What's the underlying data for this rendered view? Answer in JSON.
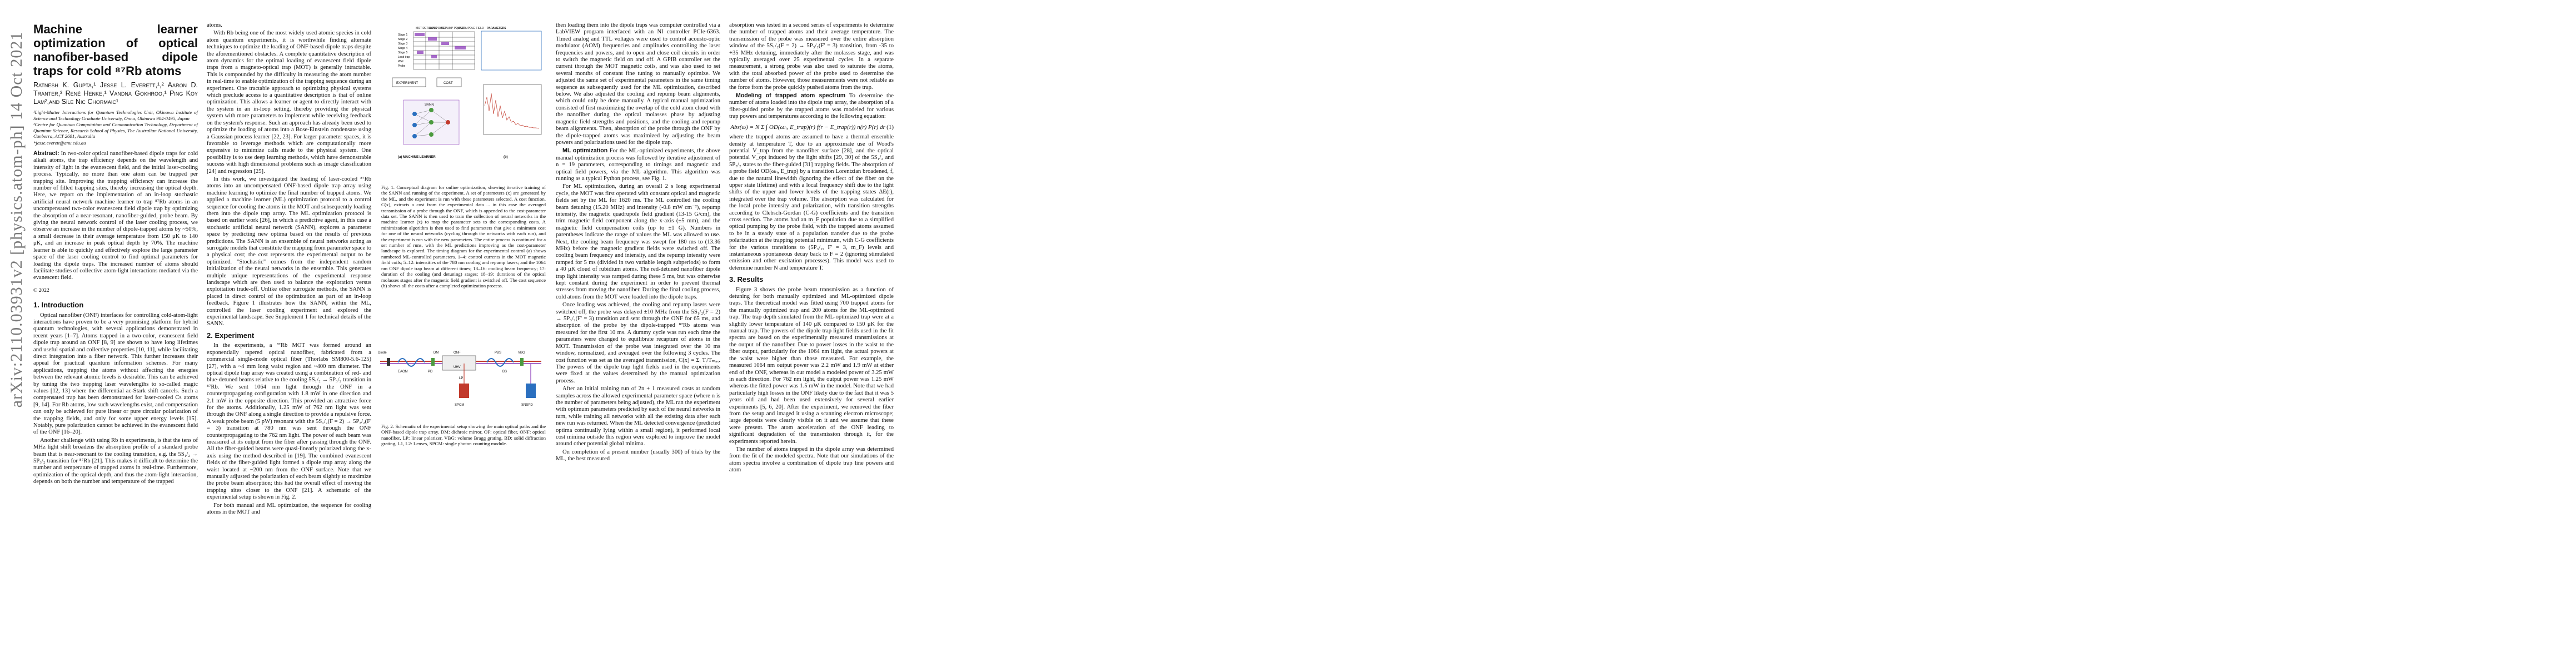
{
  "arxiv_stamp": "arXiv:2110.03931v2  [physics.atom-ph]  14 Oct 2021",
  "title": "Machine learner optimization of optical nanofiber-based dipole traps for cold ⁸⁷Rb atoms",
  "authors": "Ratnesh K. Gupta,¹ Jesse L. Everett,¹,² Aaron D. Tranter,² René Henke,¹ Vandna Gokhroo,¹ Ping Koy Lam²,and Síle Nic Chormaic¹",
  "affiliations": [
    "¹Light-Matter Interactions for Quantum Technologies Unit, Okinawa Institute of Science and Technology Graduate University, Onna, Okinawa 904-0495, Japan",
    "²Centre for Quantum Computation and Communication Technology, Department of Quantum Science, Research School of Physics, The Australian National University, Canberra, ACT 2601, Australia"
  ],
  "email": "*jesse.everett@anu.edu.au",
  "abstract_label": "Abstract:",
  "abstract": "In two-color optical nanofiber-based dipole traps for cold alkali atoms, the trap efficiency depends on the wavelength and intensity of light in the evanescent field, and the initial laser-cooling process. Typically, no more than one atom can be trapped per trapping site. Improving the trapping efficiency can increase the number of filled trapping sites, thereby increasing the optical depth. Here, we report on the implementation of an in-loop stochastic artificial neural network machine learner to trap ⁸⁷Rb atoms in an uncompensated two-color evanescent field dipole trap by optimizing the absorption of a near-resonant, nanofiber-guided, probe beam. By giving the neural network control of the laser cooling process, we observe an increase in the number of dipole-trapped atoms by ~50%, a small decrease in their average temperature from 150 μK to 140 μK, and an increase in peak optical depth by 70%. The machine learner is able to quickly and effectively explore the large parameter space of the laser cooling control to find optimal parameters for loading the dipole traps. The increased number of atoms should facilitate studies of collective atom-light interactions mediated via the evanescent field.",
  "copyright": "© 2022",
  "sec1_title": "1.   Introduction",
  "col1_intro": [
    "Optical nanofiber (ONF) interfaces for controlling cold-atom-light interactions have proven to be a very promising platform for hybrid quantum technologies, with several applications demonstrated in recent years [1–7]. Atoms trapped in a two-color, evanescent field dipole trap around an ONF [8, 9] are shown to have long lifetimes and useful spatial and collective properties [10, 11], while facilitating direct integration into a fiber network. This further increases their appeal for practical quantum information schemes. For many applications, trapping the atoms without affecting the energies between the relevant atomic levels is desirable. This can be achieved by tuning the two trapping laser wavelengths to so-called magic values [12, 13] where the differential ac-Stark shift cancels. Such a compensated trap has been demonstrated for laser-cooled Cs atoms [9, 14]. For Rb atoms, low such wavelengths exist, and compensation can only be achieved for pure linear or pure circular polarization of the trapping fields, and only for some upper energy levels [15]. Notably, pure polarization cannot be achieved in the evanescent field of the ONF [16–20].",
    "Another challenge with using Rb in experiments, is that the tens of MHz light shift broadens the absorption profile of a standard probe beam that is near-resonant to the cooling transition, e.g. the 5S₁/₂ → 5P₃/₂ transition for ⁸⁷Rb [21]. This makes it difficult to determine the number and temperature of trapped atoms in real-time. Furthermore, optimization of the optical depth, and thus the atom-light interaction, depends on both the number and temperature of the trapped"
  ],
  "col2_intro": [
    "atoms.",
    "With Rb being one of the most widely used atomic species in cold atom quantum experiments, it is worthwhile finding alternate techniques to optimize the loading of ONF-based dipole traps despite the aforementioned obstacles. A complete quantitative description of atom dynamics for the optimal loading of evanescent field dipole traps from a magneto-optical trap (MOT) is generally intractable. This is compounded by the difficulty in measuring the atom number in real-time to enable optimization of the trapping sequence during an experiment. One tractable approach to optimizing physical systems which preclude access to a quantitative description is that of online optimization. This allows a learner or agent to directly interact with the system in an in-loop setting, thereby providing the physical system with more parameters to implement while receiving feedback on the system's response. Such an approach has already been used to optimize the loading of atoms into a Bose-Einstein condensate using a Gaussian process learner [22, 23]. For larger parameter spaces, it is favorable to leverage methods which are computationally more expensive to minimize calls made to the physical system. One possibility is to use deep learning methods, which have demonstrable success with high dimensional problems such as image classification [24] and regression [25].",
    "In this work, we investigated the loading of laser-cooled ⁸⁷Rb atoms into an uncompensated ONF-based dipole trap array using machine learning to optimize the final number of trapped atoms. We applied a machine learner (ML) optimization protocol to a control sequence for cooling the atoms in the MOT and subsequently loading them into the dipole trap array. The ML optimization protocol is based on earlier work [26], in which a predictive agent, in this case a stochastic artificial neural network (SANN), explores a parameter space by predicting new optima based on the results of previous predictions. The SANN is an ensemble of neural networks acting as surrogate models that constitute the mapping from parameter space to a physical cost; the cost represents the experimental output to be optimized. \"Stochastic\" comes from the independent random initialization of the neural networks in the ensemble. This generates multiple unique representations of the experimental response landscape which are then used to balance the exploration versus exploitation trade-off. Unlike other surrogate methods, the SANN is placed in direct control of the optimization as part of an in-loop feedback. Figure 1 illustrates how the SANN, within the ML, controlled the laser cooling experiment and explored the experimental landscape. See Supplement 1 for technical details of the SANN."
  ],
  "sec2_title": "2.   Experiment",
  "col2_exp": [
    "In the experiments, a ⁸⁷Rb MOT was formed around an exponentially tapered optical nanofiber, fabricated from a commercial single-mode optical fiber (Thorlabs SM800-5.6-125) [27], with a ~4 mm long waist region and ~400 nm diameter. The optical dipole trap array was created using a combination of red- and blue-detuned beams relative to the cooling 5S₁/₂ → 5P₃/₂ transition in ⁸⁷Rb. We sent 1064 nm light through the ONF in a counterpropagating configuration with 1.8 mW in one direction and 2.1 mW in the opposite direction. This provided an attractive force for the atoms. Additionally, 1.25 mW of 762 nm light was sent through the ONF along a single direction to provide a repulsive force. A weak probe beam (5 pW) resonant with the 5S₁/₂(F = 2) → 5P₃/₂(F' = 3) transition at 780 nm was sent through the ONF counterpropagating to the 762 nm light. The power of each beam was measured at its output from the fiber after passing through the ONF. All the fiber-guided beams were quasi-linearly polarized along the x-axis using the method described in [19]. The combined evanescent fields of the fiber-guided light formed a dipole trap array along the waist located at ~200 nm from the ONF surface. Note that we manually adjusted the polarization of each beam slightly to maximize the probe beam absorption; this had the overall effect of moving the trapping sites closer to the ONF [21]. A schematic of the experimental setup is shown in Fig. 2.",
    "For both manual and ML optimization, the sequence for cooling atoms in the MOT and"
  ],
  "fig1": {
    "top_labels": [
      "MOT DETUNING",
      "MOT POWER",
      "REPUMP POWER",
      "QUADRUPOLE FIELD",
      "PARAMETERS"
    ],
    "rows": [
      "Stage 1",
      "Stage 2",
      "Stage 3",
      "Stage 4",
      "Stage 5",
      "Load trap",
      "Wait",
      "Probe"
    ],
    "labels": [
      "EXPERIMENT",
      "COST",
      "SANN",
      "(a) MACHINE LEARNER",
      "(b)"
    ],
    "caption": "Fig. 1. Conceptual diagram for online optimization, showing iterative training of the SANN and running of the experiment. A set of parameters (x) are generated by the ML, and the experiment is run with these parameters selected. A cost function, C(x), extracts a cost from the experimental data ... in this case the averaged transmission of a probe through the ONF, which is appended to the cost-parameter data set. The SANN is then used to train the collection of neural networks in the machine learner (x) to map the parameter sets to the corresponding costs. A minimization algorithm is then used to find parameters that give a minimum cost for one of the neural networks (cycling through the networks with each run), and the experiment is run with the new parameters. The entire process is continued for a set number of runs, with the ML predictions improving as the cost-parameter landscape is explored. The timing diagram for the experimental control (a) shows numbered ML-controlled parameters. 1–4: control currents in the MOT magnetic field coils; 5–12: intensities of the 780 nm cooling and repump lasers; and the 1064 nm ONF dipole trap beam at different times; 13–16: cooling beam frequency; 17: duration of the cooling (and detuning) stages; 18–19: durations of the optical molasses stages after the magnetic field gradient is switched off. The cost sequence (b) shows all the costs after a completed optimization process."
  },
  "fig2": {
    "labels": [
      "Diode",
      "ONF",
      "SPCM",
      "PD",
      "SNSPD",
      "LP",
      "VBG",
      "PBS",
      "DM",
      "UHV",
      "EAOM",
      "BS"
    ],
    "caption": "Fig. 2. Schematic of the experimental setup showing the main optical paths and the ONF-based dipole trap array. DM: dichroic mirror, OF: optical fiber, ONF: optical nanofiber, LP: linear polarizer, VBG: volume Bragg grating, BD: solid diffraction grating, L1, L2: Lenses, SPCM: single photon counting module."
  },
  "col3": [
    "then loading them into the dipole traps was computer controlled via a LabVIEW program interfaced with an NI controller PCIe-6363. Timed analog and TTL voltages were used to control acousto-optic modulator (AOM) frequencies and amplitudes controlling the laser frequencies and powers, and to open and close coil circuits in order to switch the magnetic field on and off. A GPIB controller set the current through the MOT magnetic coils, and was also used to set several months of constant fine tuning to manually optimize. We adjusted the same set of experimental parameters in the same timing sequence as subsequently used for the ML optimization, described below. We also adjusted the cooling and repump beam alignments, which could only be done manually. A typical manual optimization consisted of first maximizing the overlap of the cold atom cloud with the nanofiber during the optical molasses phase by adjusting magnetic field strengths and positions, and the cooling and repump beam alignments. Then, absorption of the probe through the ONF by the dipole-trapped atoms was maximized by adjusting the beam powers and polarizations used for the dipole trap."
  ],
  "ml_head": "ML optimization",
  "col3_ml": [
    "For the ML-optimized experiments, the above manual optimization process was followed by iterative adjustment of n = 19 parameters, corresponding to timings and magnetic and optical field powers, via the ML algorithm. This algorithm was running as a typical Python process, see Fig. 1.",
    "For ML optimization, during an overall 2 s long experimental cycle, the MOT was first operated with constant optical and magnetic fields set by the ML for 1620 ms. The ML controlled the cooling beam detuning (15.20 MHz) and intensity (-0.8 mW cm⁻²), repump intensity, the magnetic quadrupole field gradient (13-15 G/cm), the trim magnetic field component along the x-axis (±5 mm), and the magnetic field compensation coils (up to ±1 G). Numbers in parentheses indicate the range of values the ML was allowed to use. Next, the cooling beam frequency was swept for 180 ms to (13.36 MHz) before the magnetic gradient fields were switched off. The cooling beam frequency and intensity, and the repump intensity were ramped for 5 ms (divided in two variable length subperiods) to form a 40 μK cloud of rubidium atoms. The red-detuned nanofiber dipole trap light intensity was ramped during these 5 ms, but was otherwise kept constant during the experiment in order to prevent thermal stresses from moving the nanofiber. During the final cooling process, cold atoms from the MOT were loaded into the dipole traps.",
    "Once loading was achieved, the cooling and repump lasers were switched off, the probe was delayed ±10 MHz from the 5S₁/₂(F = 2) → 5P₃/₂(F' = 3) transition and sent through the ONF for 65 ms, and absorption of the probe by the dipole-trapped ⁸⁷Rb atoms was measured for the first 10 ms. A dummy cycle was run each time the parameters were changed to equilibrate recapture of atoms in the MOT. Transmission of the probe was integrated over the 10 ms window, normalized, and averaged over the following 3 cycles. The cost function was set as the averaged transmission, C(x) = Σᵢ Tᵢ/Tₘₐₓ. The powers of the dipole trap light fields used in the experiments were fixed at the values determined by the manual optimization process.",
    "After an initial training run of 2n + 1 measured costs at random samples across the allowed experimental parameter space (where n is the number of parameters being adjusted), the ML ran the experiment with optimum parameters predicted by each of the neural networks in turn, while training all networks with all the existing data after each new run was returned. When the ML detected convergence (predicted optima continually lying within a small region), it performed local cost minima outside this region were explored to improve the model around other potential global minima.",
    "On completion of a present number (usually 300) of trials by the ML, the best measured"
  ],
  "col4": [
    "absorption was tested in a second series of experiments to determine the number of trapped atoms and their average temperature. The transmission of the probe was measured over the entire absorption window of the 5S₁/₂(F = 2) → 5P₃/₂(F' = 3) transition, from -35 to +35 MHz detuning, immediately after the molasses stage, and was typically averaged over 25 experimental cycles. In a separate measurement, a strong probe was also used to saturate the atoms, with the total absorbed power of the probe used to determine the number of atoms. However, those measurements were not reliable as the force from the probe quickly pushed atoms from the trap."
  ],
  "model_head": "Modeling of trapped atom spectrum",
  "col4_model": "To determine the number of atoms loaded into the dipole trap array, the absorption of a fiber-guided probe by the trapped atoms was modeled for various trap powers and temperatures according to the following equation:",
  "eq1": "Abs(ω) = N Σ ∫ OD(ωₗᵢ, E_trap)(r) f(r − E_trap(r)) n(r) P(r) dr",
  "eq1_no": "(1)",
  "col4_after_eq": "where the trapped atoms are assumed to have a thermal ensemble density at temperature T, due to an approximate use of Wood's potential V_trap from the nanofiber surface [28], and the optical potential V_opt induced by the light shifts [29, 30] of the 5S₁/₂ and 5P₃/₂ states to the fiber-guided [31] trapping fields. The absorption of a probe field OD(ωₗᵢ, E_trap) by a transition Lorentzian broadened, f, due to the natural linewidth (ignoring the effect of the fiber on the upper state lifetime) and with a local frequency shift due to the light shifts of the upper and lower levels of the trapping states ΔE(r), integrated over the trap volume. The absorption was calculated for the local probe intensity and polarization, with transition strengths according to Clebsch-Gordan (C-G) coefficients and the transition cross section. The atoms had an m_F population due to a simplified optical pumping by the probe field, with the trapped atoms assumed to be in a steady state of a population transfer due to the probe polarization at the trapping potential minimum, with C-G coefficients for the various transitions to (5P₃/₂, F' = 3, m_F) levels and instantaneous spontaneous decay back to F = 2 (ignoring stimulated emission and other excitation processes). This model was used to determine number N and temperature T.",
  "sec3_title": "3.   Results",
  "col4_results": [
    "Figure 3 shows the probe beam transmission as a function of detuning for both manually optimized and ML-optimized dipole traps. The theoretical model was fitted using 700 trapped atoms for the manually optimized trap and 200 atoms for the ML-optimized trap. The trap depth simulated from the ML-optimized trap were at a slightly lower temperature of 140 μK compared to 150 μK for the manual trap. The powers of the dipole trap light fields used in the fit spectra are based on the experimentally measured transmissions at the output of the nanofiber. Due to power losses in the waist to the fiber output, particularly for the 1064 nm light, the actual powers at the waist were higher than those measured. For example, the measured 1064 nm output power was 2.2 mW and 1.9 mW at either end of the ONF, whereas in our model a modeled power of 3.25 mW in each direction. For 762 nm light, the output power was 1.25 mW whereas the fitted power was 1.5 mW in the model. Note that we had particularly high losses in the ONF likely due to the fact that it was 5 years old and had been used extensively for several earlier experiments [5, 6, 20]. After the experiment, we removed the fiber from the setup and imaged it using a scanning electron microscope; large deposits were clearly visible on it and we assume that these were present. The atom acceleration of the ONF leading to significant degradation of the transmission through it, for the experiments reported herein.",
    "The number of atoms trapped in the dipole array was determined from the fit of the modeled spectra. Note that our simulations of the atom spectra involve a combination of dipole trap line powers and atom"
  ],
  "colors": {
    "arxiv_stamp": "#7a7a7a",
    "fig_red": "#c23a2c",
    "fig_blue": "#2a6fbf",
    "fig_purple": "#8a3ab9",
    "fig_green": "#4b9a3f"
  }
}
